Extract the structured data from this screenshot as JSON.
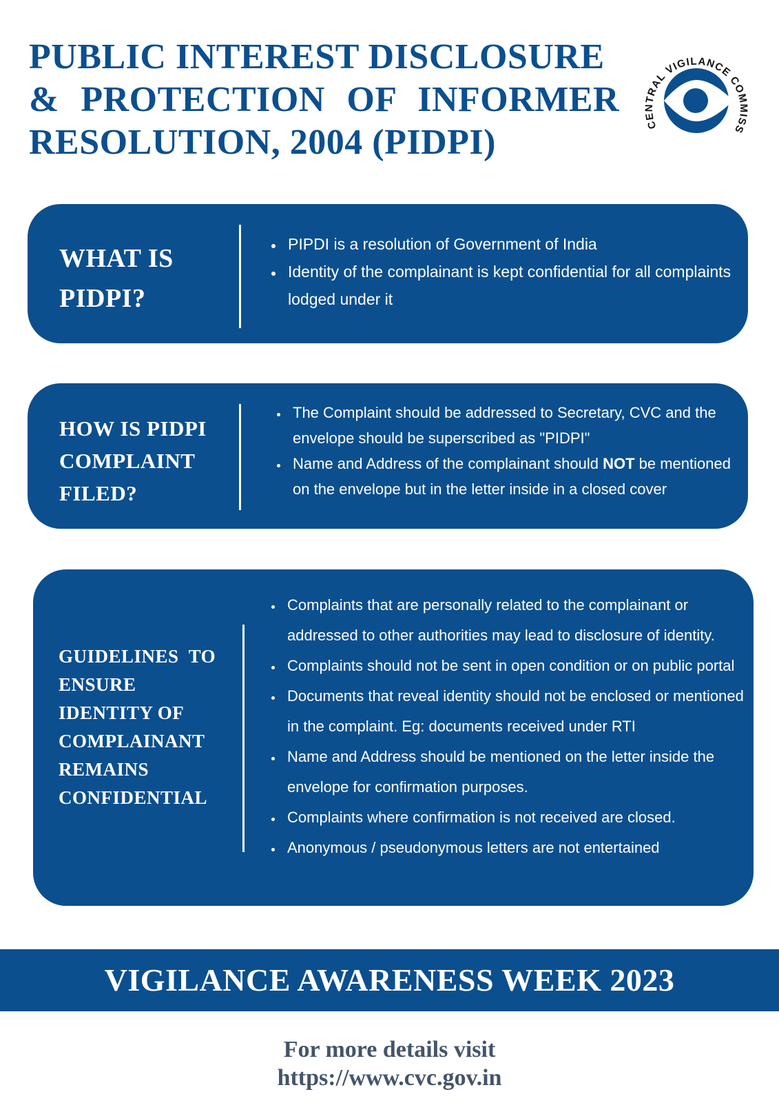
{
  "header": {
    "title_lines": [
      "PUBLIC INTEREST DISCLOSURE",
      "& PROTECTION OF INFORMER",
      "RESOLUTION, 2004 (PIDPI)"
    ],
    "logo": {
      "ring_text": "CENTRAL VIGILANCE COMMISSION",
      "icon": "cvc-eye-emblem"
    }
  },
  "cards": [
    {
      "heading_lines": [
        "WHAT IS",
        "PIDPI?"
      ],
      "bullets": [
        "PIPDI is a resolution of Government of India",
        "Identity of the complainant is kept confidential for all complaints lodged under it"
      ]
    },
    {
      "heading_lines": [
        "HOW IS PIDPI",
        "COMPLAINT",
        "FILED?"
      ],
      "bullets": [
        {
          "text": "The Complaint should be addressed to Secretary, CVC and the envelope should be superscribed as \"PIDPI\""
        },
        {
          "before": "Name and Address of the complainant should ",
          "bold": "NOT",
          "after": " be mentioned on the envelope but in the letter inside in a closed cover"
        }
      ]
    },
    {
      "heading_lines": [
        "GUIDELINES  TO",
        "ENSURE",
        "IDENTITY OF",
        "COMPLAINANT",
        "REMAINS",
        "CONFIDENTIAL"
      ],
      "bullets": [
        "Complaints that are personally related to the complainant or addressed to other authorities may lead to disclosure of identity.",
        "Complaints should not be sent in open condition or on public portal",
        "Documents that reveal identity should not be enclosed or mentioned in the complaint. Eg: documents received under RTI",
        "Name and Address should be mentioned on the letter inside the envelope for confirmation purposes.",
        "Complaints where confirmation is not received are closed.",
        "Anonymous / pseudonymous letters are not entertained"
      ]
    }
  ],
  "banner": {
    "text": "VIGILANCE AWARENESS WEEK 2023"
  },
  "footer": {
    "line1": "For more details visit",
    "line2": "https://www.cvc.gov.in"
  },
  "colors": {
    "primary_blue": "#0b4f8f",
    "footer_text": "#44546a",
    "background": "#ffffff"
  }
}
